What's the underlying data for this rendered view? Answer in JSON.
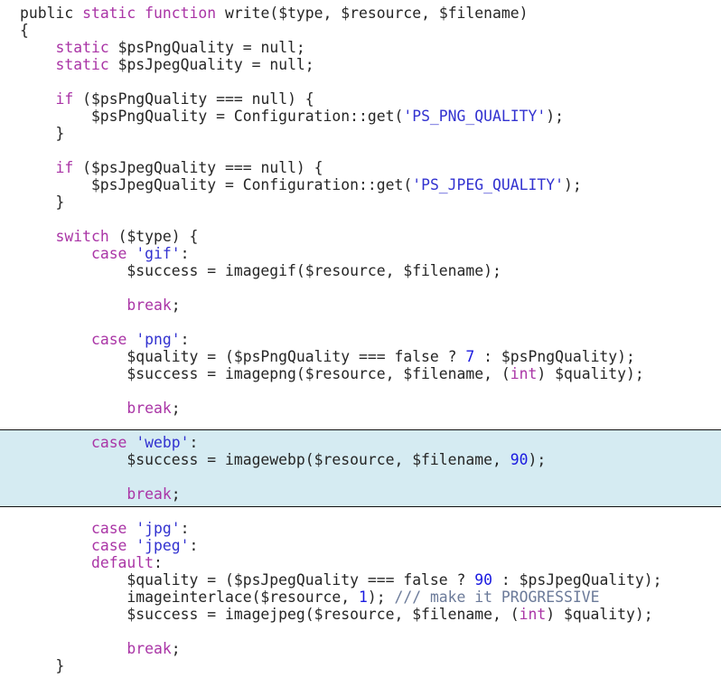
{
  "editor": {
    "highlight": {
      "from_line": 25,
      "to_line": 28,
      "color": "#d5ebf2"
    },
    "lines": [
      [
        [
          "p",
          "public "
        ],
        [
          "k",
          "static"
        ],
        [
          "p",
          " "
        ],
        [
          "k",
          "function"
        ],
        [
          "p",
          " write($type, $resource, $filename)"
        ]
      ],
      [
        [
          "p",
          "{"
        ]
      ],
      [
        [
          "p",
          "    "
        ],
        [
          "k",
          "static"
        ],
        [
          "p",
          " $psPngQuality = null;"
        ]
      ],
      [
        [
          "p",
          "    "
        ],
        [
          "k",
          "static"
        ],
        [
          "p",
          " $psJpegQuality = null;"
        ]
      ],
      [],
      [
        [
          "p",
          "    "
        ],
        [
          "k",
          "if"
        ],
        [
          "p",
          " ($psPngQuality === null) {"
        ]
      ],
      [
        [
          "p",
          "        $psPngQuality = Configuration::get("
        ],
        [
          "s",
          "'PS_PNG_QUALITY'"
        ],
        [
          "p",
          ");"
        ]
      ],
      [
        [
          "p",
          "    }"
        ]
      ],
      [],
      [
        [
          "p",
          "    "
        ],
        [
          "k",
          "if"
        ],
        [
          "p",
          " ($psJpegQuality === null) {"
        ]
      ],
      [
        [
          "p",
          "        $psJpegQuality = Configuration::get("
        ],
        [
          "s",
          "'PS_JPEG_QUALITY'"
        ],
        [
          "p",
          ");"
        ]
      ],
      [
        [
          "p",
          "    }"
        ]
      ],
      [],
      [
        [
          "p",
          "    "
        ],
        [
          "k",
          "switch"
        ],
        [
          "p",
          " ($type) {"
        ]
      ],
      [
        [
          "p",
          "        "
        ],
        [
          "k",
          "case"
        ],
        [
          "p",
          " "
        ],
        [
          "s",
          "'gif'"
        ],
        [
          "p",
          ":"
        ]
      ],
      [
        [
          "p",
          "            $success = imagegif($resource, $filename);"
        ]
      ],
      [],
      [
        [
          "p",
          "            "
        ],
        [
          "k",
          "break"
        ],
        [
          "p",
          ";"
        ]
      ],
      [],
      [
        [
          "p",
          "        "
        ],
        [
          "k",
          "case"
        ],
        [
          "p",
          " "
        ],
        [
          "s",
          "'png'"
        ],
        [
          "p",
          ":"
        ]
      ],
      [
        [
          "p",
          "            $quality = ($psPngQuality === false ? "
        ],
        [
          "n",
          "7"
        ],
        [
          "p",
          " : $psPngQuality);"
        ]
      ],
      [
        [
          "p",
          "            $success = imagepng($resource, $filename, ("
        ],
        [
          "k",
          "int"
        ],
        [
          "p",
          ") $quality);"
        ]
      ],
      [],
      [
        [
          "p",
          "            "
        ],
        [
          "k",
          "break"
        ],
        [
          "p",
          ";"
        ]
      ],
      [],
      [
        [
          "p",
          "        "
        ],
        [
          "k",
          "case"
        ],
        [
          "p",
          " "
        ],
        [
          "s",
          "'webp'"
        ],
        [
          "p",
          ":"
        ]
      ],
      [
        [
          "p",
          "            $success = imagewebp($resource, $filename, "
        ],
        [
          "n",
          "90"
        ],
        [
          "p",
          ");"
        ]
      ],
      [],
      [
        [
          "p",
          "            "
        ],
        [
          "k",
          "break"
        ],
        [
          "p",
          ";"
        ]
      ],
      [],
      [
        [
          "p",
          "        "
        ],
        [
          "k",
          "case"
        ],
        [
          "p",
          " "
        ],
        [
          "s",
          "'jpg'"
        ],
        [
          "p",
          ":"
        ]
      ],
      [
        [
          "p",
          "        "
        ],
        [
          "k",
          "case"
        ],
        [
          "p",
          " "
        ],
        [
          "s",
          "'jpeg'"
        ],
        [
          "p",
          ":"
        ]
      ],
      [
        [
          "p",
          "        "
        ],
        [
          "k",
          "default"
        ],
        [
          "p",
          ":"
        ]
      ],
      [
        [
          "p",
          "            $quality = ($psJpegQuality === false ? "
        ],
        [
          "n",
          "90"
        ],
        [
          "p",
          " : $psJpegQuality);"
        ]
      ],
      [
        [
          "p",
          "            imageinterlace($resource, "
        ],
        [
          "n",
          "1"
        ],
        [
          "p",
          "); "
        ],
        [
          "c",
          "/// make it PROGRESSIVE"
        ]
      ],
      [
        [
          "p",
          "            $success = imagejpeg($resource, $filename, ("
        ],
        [
          "k",
          "int"
        ],
        [
          "p",
          ") $quality);"
        ]
      ],
      [],
      [
        [
          "p",
          "            "
        ],
        [
          "k",
          "break"
        ],
        [
          "p",
          ";"
        ]
      ],
      [
        [
          "p",
          "    }"
        ]
      ]
    ]
  }
}
